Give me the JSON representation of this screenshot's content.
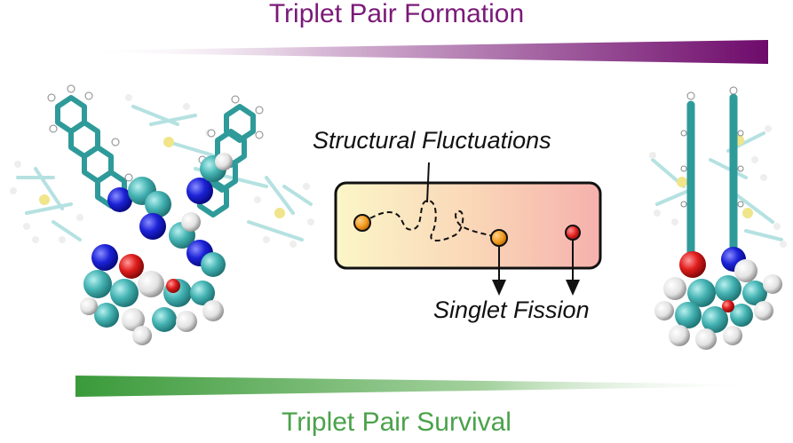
{
  "title_top": "Triplet Pair Formation",
  "title_bottom": "Triplet Pair Survival",
  "labels": {
    "structural_fluctuations": "Structural Fluctuations",
    "singlet_fission": "Singlet Fission"
  },
  "colors": {
    "formation": "#7a1a78",
    "survival": "#4aa24a",
    "box_start": "#fbf6c8",
    "box_end": "#f6b3b0",
    "orange_state": "#f29a1c",
    "red_state": "#e0201d",
    "carbon": "#3aa7a7",
    "nitrogen": "#1b22d6",
    "oxygen": "#e01c1c",
    "hydrogen": "#e8e8e8",
    "silicon": "#f0e58a"
  }
}
